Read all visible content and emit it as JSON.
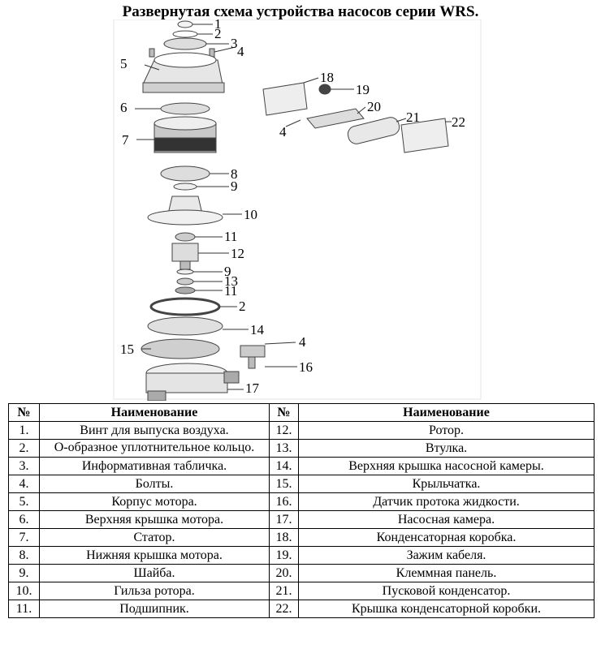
{
  "title": "Развернутая схема устройства насосов серии WRS.",
  "diagram": {
    "callouts": [
      "1",
      "2",
      "3",
      "4",
      "5",
      "6",
      "7",
      "8",
      "9",
      "10",
      "11",
      "12",
      "9",
      "13",
      "11",
      "2",
      "14",
      "15",
      "4",
      "16",
      "17",
      "18",
      "19",
      "20",
      "4",
      "21",
      "22"
    ]
  },
  "table": {
    "headers": [
      "№",
      "Наименование",
      "№",
      "Наименование"
    ],
    "rows": [
      [
        "1.",
        "Винт для выпуска воздуха.",
        "12.",
        "Ротор."
      ],
      [
        "2.",
        "О-образное уплотнительное кольцо.",
        "13.",
        "Втулка."
      ],
      [
        "3.",
        "Информативная табличка.",
        "14.",
        "Верхняя крышка насосной камеры."
      ],
      [
        "4.",
        "Болты.",
        "15.",
        "Крыльчатка."
      ],
      [
        "5.",
        "Корпус мотора.",
        "16.",
        "Датчик протока жидкости."
      ],
      [
        "6.",
        "Верхняя крышка мотора.",
        "17.",
        "Насосная камера."
      ],
      [
        "7.",
        "Статор.",
        "18.",
        "Конденсаторная коробка."
      ],
      [
        "8.",
        "Нижняя крышка мотора.",
        "19.",
        "Зажим кабеля."
      ],
      [
        "9.",
        "Шайба.",
        "20.",
        "Клеммная панель."
      ],
      [
        "10.",
        "Гильза ротора.",
        "21.",
        "Пусковой конденсатор."
      ],
      [
        "11.",
        "Подшипник.",
        "22.",
        "Крышка конденсаторной коробки."
      ]
    ]
  }
}
